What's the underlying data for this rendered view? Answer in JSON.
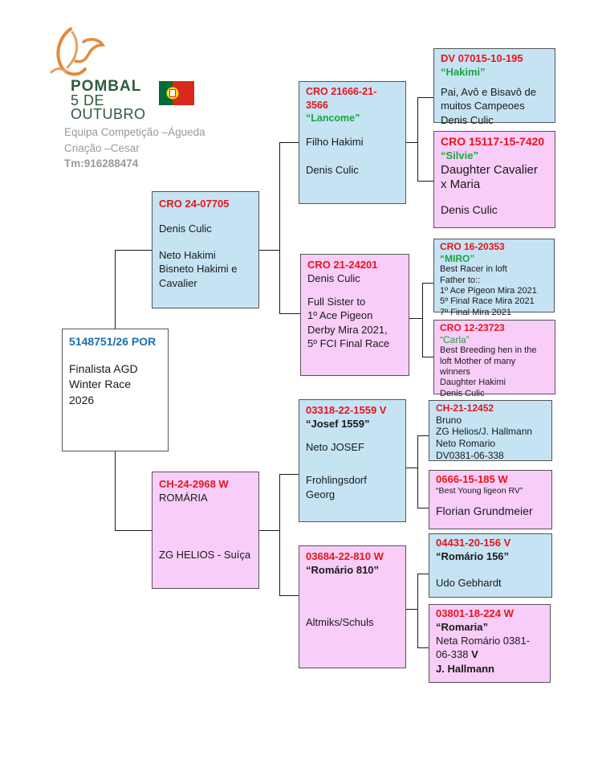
{
  "header": {
    "logo_line1": "POMBAL",
    "logo_line2": "5 DE",
    "logo_line3": "OUTUBRO",
    "info1": "Equipa Competição –Águeda",
    "info2": "Criação –Cesar",
    "info3": "Tm:916288474",
    "flag": "portugal-flag-icon",
    "logo": "dove-logo-icon"
  },
  "subject": {
    "ring": "5148751/26 POR",
    "line1": "Finalista AGD",
    "line2": "Winter Race",
    "line3": "2026"
  },
  "sire": {
    "ring": "CRO 24-07705",
    "breeder": "Denis Culic",
    "desc1": "Neto Hakimi",
    "desc2": "Bisneto Hakimi e",
    "desc3": "Cavalier"
  },
  "dam": {
    "ring": "CH-24-2968 W",
    "name": "ROMÁRIA",
    "breeder": "ZG HELIOS - Suíça"
  },
  "ss": {
    "ring": "CRO 21666-21-3566",
    "name": "“Lancome”",
    "desc": "Filho Hakimi",
    "breeder": "Denis Culic"
  },
  "sd": {
    "ring": "CRO 21-24201",
    "breeder": "Denis Culic",
    "desc1": "Full Sister to",
    "desc2": " 1º Ace Pigeon",
    "desc3": "Derby Mira 2021,",
    "desc4": "5º FCI Final Race"
  },
  "ds": {
    "ring": "03318-22-1559 V",
    "name": "“Josef 1559”",
    "desc": "Neto JOSEF",
    "breeder1": "Frohlingsdorf",
    "breeder2": "Georg"
  },
  "dd": {
    "ring": "03684-22-810 W",
    "name": "“Romário 810”",
    "breeder": "Altmiks/Schuls"
  },
  "sss": {
    "ring": "DV 07015-10-195",
    "name": "“Hakimi”",
    "desc1": "Pai, Avô e Bisavô de",
    "desc2": "muitos Campeoes",
    "desc3": "Denis Culic"
  },
  "ssd": {
    "ring": "CRO 15117-15-7420",
    "name": "“Silvie”",
    "desc1": "Daughter Cavalier",
    "desc2": "x Maria",
    "breeder": "Denis Culic"
  },
  "sds": {
    "ring": "CRO 16-20353",
    "name": "“MIRO”",
    "d1": "Best Racer in loft",
    "d2": "Father to::",
    "d3": "1º Ace Pigeon Mira 2021",
    "d4": "5º Final Race Mira 2021",
    "d5": "7º Final Mira 2021"
  },
  "sdd": {
    "ring": "CRO 12-23723",
    "name": "“Carla”",
    "d1": "Best Breeding hen in the",
    "d2": "loft  Mother of many",
    "d3": "winners",
    "d4": "Daughter Hakimi",
    "d5": "Denis Culic"
  },
  "dss": {
    "ring": "CH-21-12452",
    "d1": "Bruno",
    "d2": "ZG Helios/J. Hallmann",
    "d3": "Neto Romario",
    "d4": "DV0381-06-338"
  },
  "dsd": {
    "ring": "0666-15-185 W",
    "name": "“Best Young ligeon RV”",
    "breeder": "Florian Grundmeier"
  },
  "dds": {
    "ring": "04431-20-156 V",
    "name": "“Romário 156”",
    "breeder": "Udo Gebhardt"
  },
  "ddd": {
    "ring": "03801-18-224 W",
    "name": "“Romaria”",
    "d1": "Neta Romário 0381-",
    "d2a": "06-338 ",
    "d2b": "V",
    "breeder": "J. Hallmann"
  }
}
